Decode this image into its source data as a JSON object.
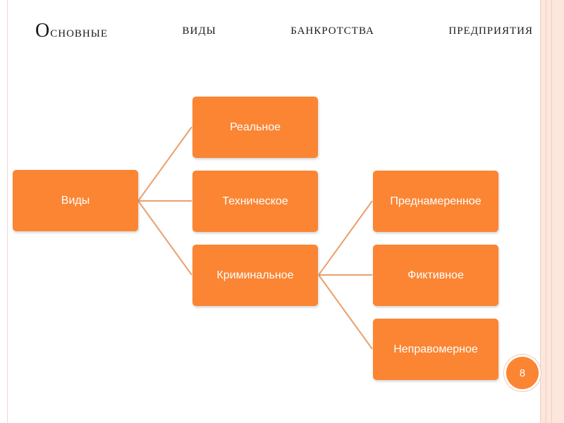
{
  "title_words": [
    "Основные",
    "виды",
    "банкротства",
    "предприятия"
  ],
  "diagram": {
    "root": "Виды",
    "level1": [
      "Реальное",
      "Техническое",
      "Криминальное"
    ],
    "level2": [
      "Преднамеренное",
      "Фиктивное",
      "Неправомерное"
    ]
  },
  "colors": {
    "node_fill": "#fb8533",
    "connector": "#e8a06f",
    "node_text": "#ffffff"
  },
  "page_number": "8"
}
